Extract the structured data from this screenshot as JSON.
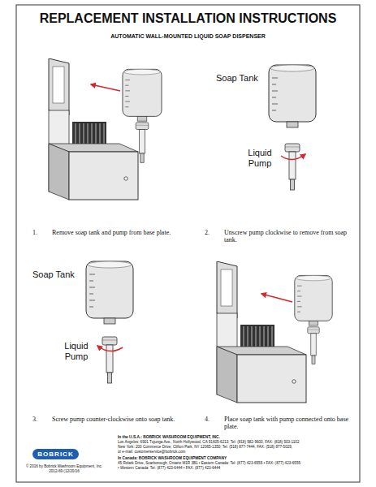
{
  "diagram": {
    "title": "REPLACEMENT INSTALLATION INSTRUCTIONS",
    "nodes": [
      {
        "text": [
          "BOBRICK"
        ]
      }
    ],
    "labels": [
      "AUTOMATIC WALL-MOUNTED LIQUID SOAP DISPENSER",
      "Soap Tank",
      "Liquid Pump",
      "1.",
      "Remove soap tank and pump from base plate.",
      "2.",
      "Unscrew pump clockwise to remove from soap tank.",
      "Soap Tank",
      "Liquid Pump",
      "3.",
      "Screw pump counter-clockwise onto soap tank.",
      "4.",
      "Place soap tank with pump connected onto base plate.",
      "In the U.S.A.: BOBRICK WASHROOM EQUIPMENT, INC.",
      "Los Angeles: 6901 Tujunga Ave., North Hollywood, CA 91605-6213; Tel: (818) 982-9600, FAX: (818) 503-1102",
      "New York: 200 Commerce Drive, Clifton Park, NY 12065-1350; Tel: (518) 877-7444, FAX: (518) 877-5029,",
      "or e-mail: customerservice@bobrick.com",
      "In Canada: BOBRICK WASHROOM EQUIPMENT COMPANY",
      "45 Rolark Drive, Scarborough, Ontario M1R 3B1 • Eastern Canada: Tel: (877) 423-6555 • FAX: (877) 423-6555",
      "• Western Canada: Tel: (877) 423-6444 • FAX: (877) 423-6444",
      "© 2016 by Bobrick Washroom Equipment, Inc.",
      "2012-69 (12/20/16"
    ]
  }
}
